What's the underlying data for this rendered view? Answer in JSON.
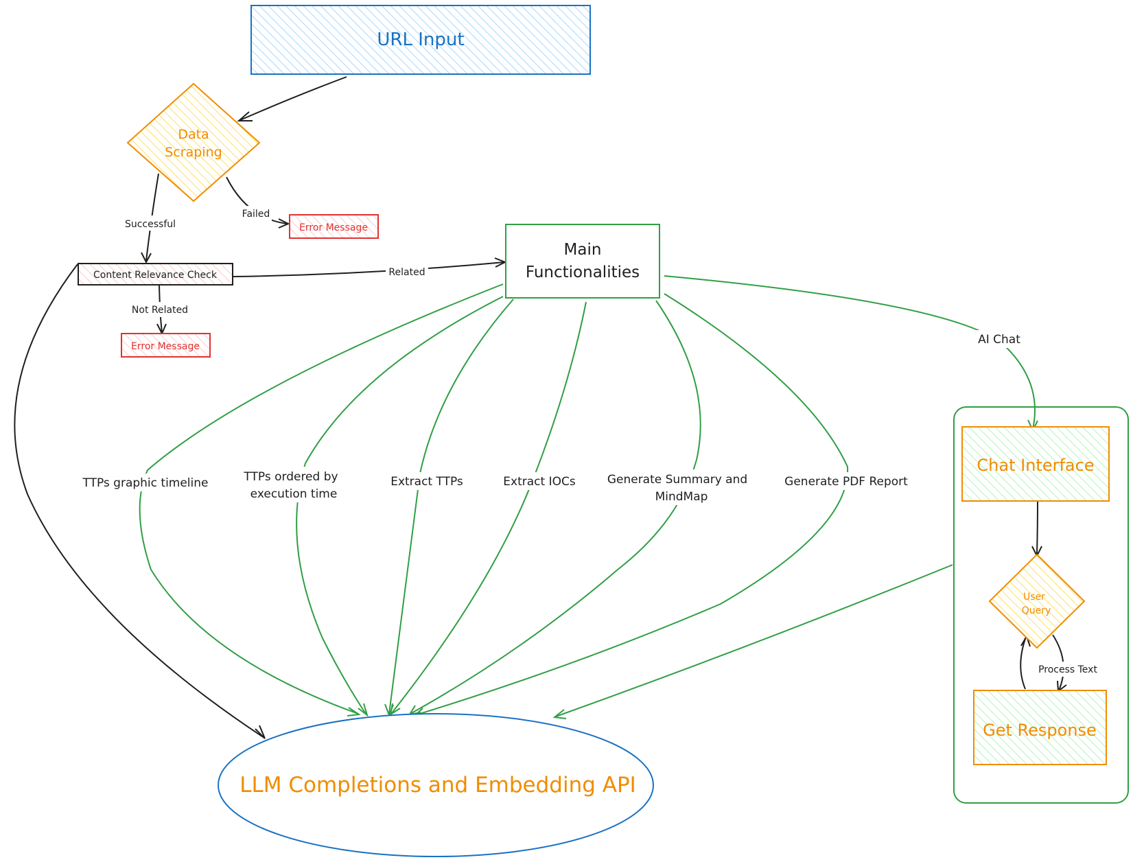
{
  "nodes": {
    "url_input": "URL Input",
    "data_scraping_line1": "Data",
    "data_scraping_line2": "Scraping",
    "error_message_failed": "Error Message",
    "content_relevance_check": "Content Relevance Check",
    "error_message_not_related": "Error Message",
    "main_functionalities_line1": "Main",
    "main_functionalities_line2": "Functionalities",
    "chat_interface": "Chat Interface",
    "user_query_line1": "User",
    "user_query_line2": "Query",
    "get_response": "Get Response",
    "llm_api": "LLM Completions and Embedding API"
  },
  "edge_labels": {
    "successful": "Successful",
    "failed": "Failed",
    "related": "Related",
    "not_related": "Not Related",
    "ai_chat": "AI Chat",
    "ttps_timeline": "TTPs graphic timeline",
    "ttps_ordered_line1": "TTPs ordered by",
    "ttps_ordered_line2": "execution time",
    "extract_ttps": "Extract TTPs",
    "extract_iocs": "Extract IOCs",
    "summary_line1": "Generate Summary and",
    "summary_line2": "MindMap",
    "pdf_report": "Generate PDF Report",
    "process_text": "Process Text"
  },
  "colors": {
    "blue": "#1971c2",
    "blue_fill": "#a5d8ff",
    "orange": "#f08c00",
    "orange_fill": "#ffec99",
    "red": "#e03131",
    "red_fill": "#ffc9c9",
    "green": "#2f9e44",
    "green_fill": "#b2f2bb",
    "black": "#1e1e1e"
  }
}
